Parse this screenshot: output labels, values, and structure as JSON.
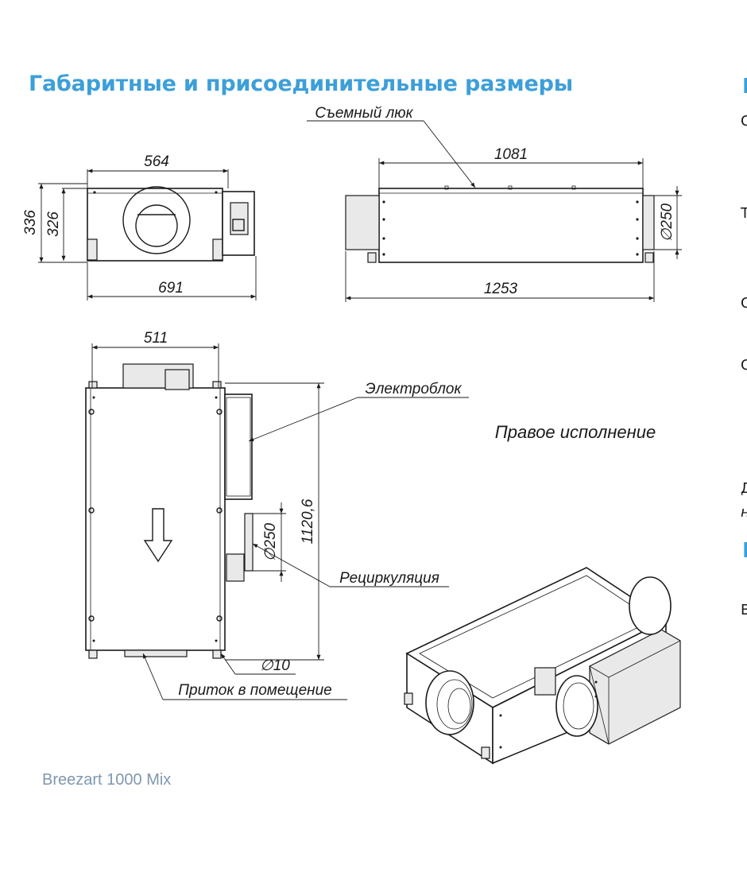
{
  "heading": "Габаритные и присоединительные размеры",
  "footer_label": "Breezart 1000 Mix",
  "drawing": {
    "callouts": {
      "hatch": "Съемный люк",
      "electro": "Электроблок",
      "recirc": "Рециркуляция",
      "supply": "Приток в помещение",
      "variant": "Правое исполнение"
    },
    "dimensions": {
      "front_width": "564",
      "front_total": "691",
      "front_height_outer": "336",
      "front_height_inner": "326",
      "side_length": "1081",
      "side_total": "1253",
      "side_diameter": "∅250",
      "top_width": "511",
      "top_length": "1120,6",
      "top_diameter": "∅250",
      "top_hole": "∅10"
    }
  },
  "cropped_edge_text": [
    "Г",
    "С",
    "Т",
    "С",
    "С",
    "Д",
    "н",
    "Г",
    "В"
  ]
}
